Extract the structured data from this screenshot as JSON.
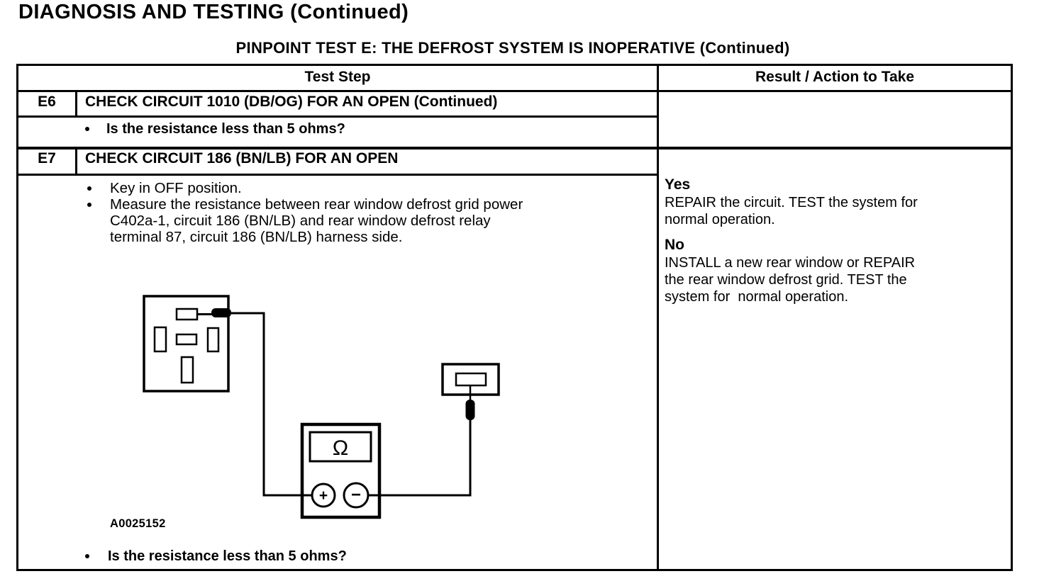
{
  "page": {
    "title": "DIAGNOSIS AND TESTING (Continued)",
    "subtitle": "PINPOINT TEST E: THE DEFROST SYSTEM IS INOPERATIVE (Continued)"
  },
  "table": {
    "header": {
      "test_step": "Test Step",
      "result": "Result / Action to Take"
    },
    "e6": {
      "id": "E6",
      "title": "CHECK CIRCUIT 1010 (DB/OG) FOR AN OPEN (Continued)",
      "question": "Is the resistance less than 5 ohms?"
    },
    "e7": {
      "id": "E7",
      "title": "CHECK CIRCUIT 186 (BN/LB) FOR AN OPEN",
      "step1": "Key in OFF position.",
      "step2_lines": [
        "Measure the resistance between rear window defrost grid power",
        "C402a-1, circuit 186 (BN/LB) and rear window defrost relay",
        "terminal 87, circuit 186 (BN/LB) harness side."
      ],
      "figure_label": "A0025152",
      "question": "Is the resistance less than 5 ohms?",
      "result": {
        "yes_label": "Yes",
        "yes_lines": [
          "REPAIR the circuit. TEST the system for",
          "normal operation."
        ],
        "no_label": "No",
        "no_lines": [
          "INSTALL a new rear window or REPAIR",
          "the rear window defrost grid. TEST the",
          "system for  normal operation."
        ]
      }
    }
  },
  "diagram": {
    "ohm_symbol": "Ω",
    "plus_symbol": "+",
    "minus_symbol": "−"
  },
  "colors": {
    "ink": "#000000",
    "paper": "#ffffff"
  }
}
